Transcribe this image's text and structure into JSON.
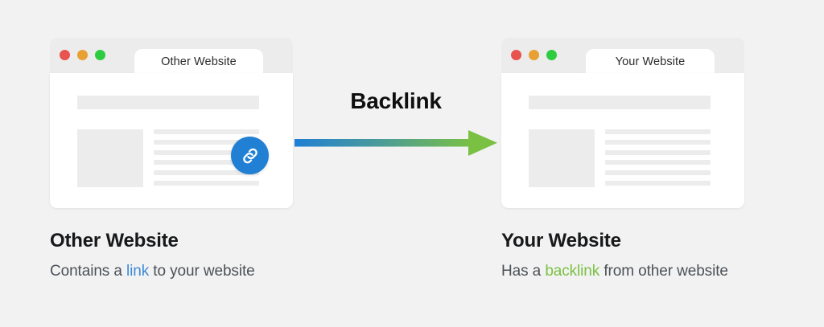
{
  "background_color": "#f2f2f2",
  "diagram": {
    "arrow": {
      "label": "Backlink",
      "gradient_from": "#1f7fd4",
      "gradient_to": "#7ac143",
      "head_color": "#7ac143",
      "direction": "left-to-right"
    },
    "windows": [
      {
        "id": "other-website",
        "tab_title": "Other Website",
        "traffic_lights": [
          "#e8534f",
          "#e8a033",
          "#2ecc40"
        ],
        "skeleton": {
          "banner": true,
          "image_block": true,
          "text_lines": 6
        },
        "badge": {
          "icon": "link-icon",
          "color": "#2180d3",
          "visible": true
        }
      },
      {
        "id": "your-website",
        "tab_title": "Your Website",
        "traffic_lights": [
          "#e8534f",
          "#e8a033",
          "#2ecc40"
        ],
        "skeleton": {
          "banner": true,
          "image_block": true,
          "text_lines": 6
        },
        "badge": {
          "icon": "link-icon",
          "color": "#2180d3",
          "visible": false
        }
      }
    ]
  },
  "captions": [
    {
      "id": "other-website-caption",
      "title": "Other Website",
      "sub_prefix": "Contains a ",
      "sub_highlight": "link",
      "sub_suffix": " to your website",
      "highlight_color": "#3d8bd6"
    },
    {
      "id": "your-website-caption",
      "title": "Your Website",
      "sub_prefix": "Has a ",
      "sub_highlight": "backlink",
      "sub_suffix": " from other website",
      "highlight_color": "#7ac143"
    }
  ]
}
